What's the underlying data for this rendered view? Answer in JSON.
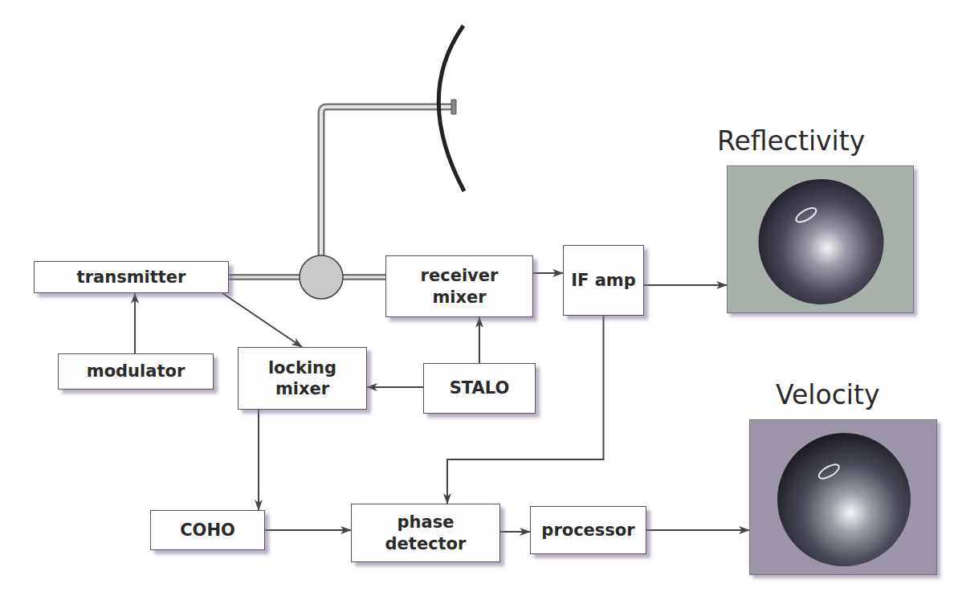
{
  "diagram": {
    "nodes": [
      {
        "text": [
          "Reflectivity"
        ]
      },
      {
        "text": [
          "transmitter"
        ]
      },
      {
        "text": [
          "receiver mixer"
        ]
      },
      {
        "text": [
          "IF amp"
        ]
      },
      {
        "text": [
          "modulator"
        ]
      },
      {
        "text": [
          "locking mixer"
        ]
      },
      {
        "text": [
          "STALO"
        ]
      },
      {
        "text": [
          "Velocity"
        ]
      },
      {
        "text": [
          "COHO"
        ]
      },
      {
        "text": [
          "phase detector"
        ]
      },
      {
        "text": [
          "processor"
        ]
      }
    ],
    "edges": [
      {
        "from": 1,
        "to": 2,
        "arrow": "none"
      },
      {
        "from": 2,
        "to": 3,
        "arrow": "to"
      },
      {
        "from": 3,
        "to": 0,
        "arrow": "to"
      },
      {
        "from": 4,
        "to": 1,
        "arrow": "to"
      },
      {
        "from": 1,
        "to": 5,
        "arrow": "to"
      },
      {
        "from": 6,
        "to": 2,
        "arrow": "to"
      },
      {
        "from": 6,
        "to": 5,
        "arrow": "to"
      },
      {
        "from": 5,
        "to": 8,
        "arrow": "to"
      },
      {
        "from": 8,
        "to": 9,
        "arrow": "to"
      },
      {
        "from": 3,
        "to": 9,
        "arrow": "to"
      },
      {
        "from": 9,
        "to": 10,
        "arrow": "to"
      },
      {
        "from": 10,
        "to": 7,
        "arrow": "to"
      }
    ]
  }
}
